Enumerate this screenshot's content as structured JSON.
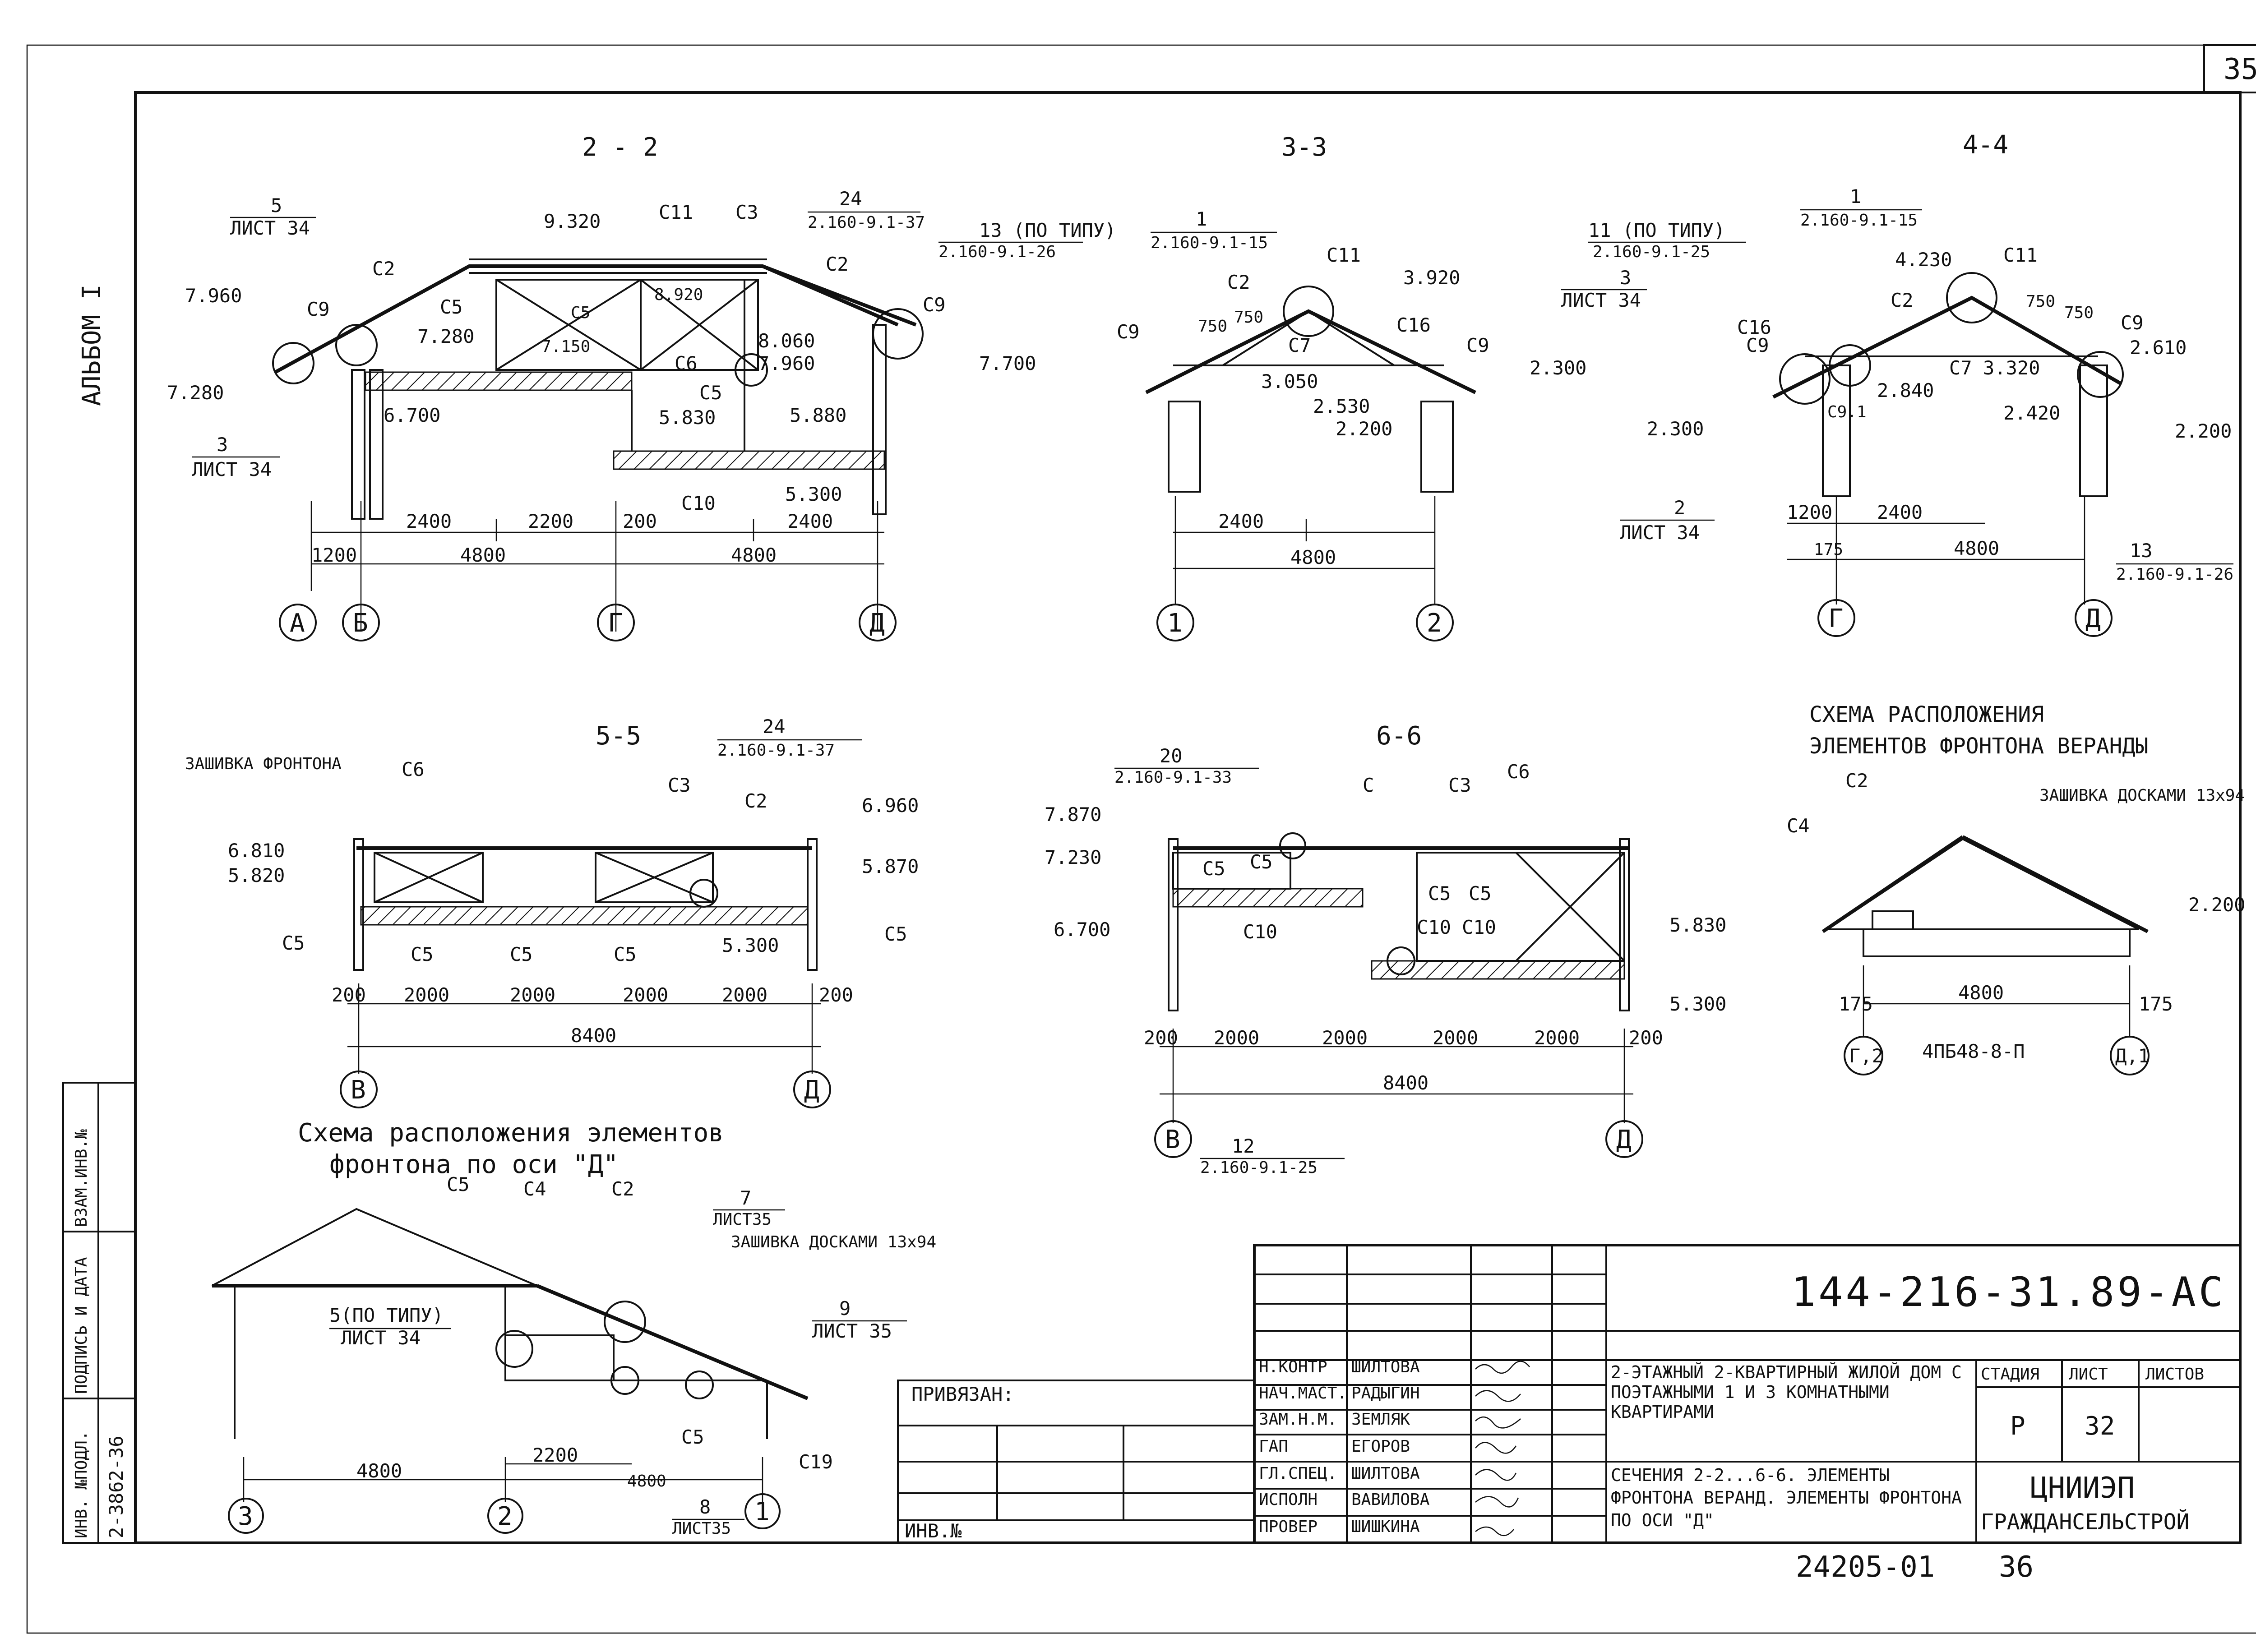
{
  "sheet": {
    "number": "35",
    "album": "АЛЬБОМ I",
    "doc_code": "144-216-31.89-АС",
    "bottom_code": "24205-01",
    "bottom_page": "36"
  },
  "side_stamp": {
    "inv_podl_label": "ИНВ. №ПОДЛ.",
    "inv_podl_value": "2-3862-36",
    "podpis_label": "ПОДПИСЬ И ДАТА",
    "vzam_label": "ВЗАМ.ИНВ.№"
  },
  "title_block": {
    "privyazan_label": "ПРИВЯЗАН:",
    "inv_no_label": "ИНВ.№",
    "roles": [
      "Н.КОНТР",
      "НАЧ.МАСТ.",
      "ЗАМ.Н.М.",
      "ГАП",
      "ГЛ.СПЕЦ.",
      "ИСПОЛН",
      "ПРОВЕР"
    ],
    "names": [
      "ШИЛТОВА",
      "РАДЫГИН",
      "ЗЕМЛЯК",
      "ЕГОРОВ",
      "ШИЛТОВА",
      "ВАВИЛОВА",
      "ШИШКИНА"
    ],
    "project_title": "2-ЭТАЖНЫЙ 2-КВАРТИРНЫЙ ЖИЛОЙ ДОМ С ПОЭТАЖНЫМИ 1 И 3 КОМНАТНЫМИ КВАРТИРАМИ",
    "sheet_title": "СЕЧЕНИЯ 2-2...6-6. ЭЛЕМЕНТЫ ФРОНТОНА ВЕРАНД. ЭЛЕМЕНТЫ ФРОНТОНА ПО ОСИ \"Д\"",
    "stage_label": "СТАДИЯ",
    "list_label": "ЛИСТ",
    "lists_label": "ЛИСТОВ",
    "stage_value": "Р",
    "list_value": "32",
    "org_line1": "ЦНИИЭП",
    "org_line2": "ГРАЖДАНСЕЛЬСТРОЙ"
  },
  "section_22": {
    "title": "2 - 2",
    "axes": [
      "А",
      "Б",
      "Г",
      "Д"
    ],
    "dims_bottom": [
      "1200",
      "4800",
      "4800"
    ],
    "dims_mid": [
      "2400",
      "2200",
      "200",
      "2400"
    ],
    "levels": [
      "9.320",
      "8.920",
      "7.960",
      "7.280",
      "7.280",
      "7.150",
      "8.060",
      "7.960",
      "7.700",
      "6.700",
      "5.830",
      "5.880",
      "5.300"
    ],
    "labels": [
      "С11",
      "С3",
      "С2",
      "С2",
      "С9",
      "С9",
      "С5",
      "С5",
      "С6",
      "С5",
      "С10"
    ],
    "refs": [
      {
        "num": "5",
        "sheet": "ЛИСТ 34"
      },
      {
        "num": "3",
        "sheet": "ЛИСТ 34"
      },
      {
        "num": "24",
        "sheet": "2.160-9.1-37"
      },
      {
        "num": "13 (ПО ТИПУ)",
        "sheet": "2.160-9.1-26"
      }
    ]
  },
  "section_33": {
    "title": "3-3",
    "axes": [
      "1",
      "2"
    ],
    "dims": [
      "2400",
      "4800"
    ],
    "angle_dims": [
      "750",
      "750"
    ],
    "levels": [
      "3.920",
      "3.050",
      "2.530",
      "2.300",
      "2.200"
    ],
    "labels": [
      "С11",
      "С2",
      "С7",
      "С16",
      "С9",
      "С9"
    ],
    "refs": [
      {
        "num": "1",
        "sheet": "2.160-9.1-15"
      }
    ]
  },
  "section_44": {
    "title": "4-4",
    "axes": [
      "Г",
      "Д"
    ],
    "dims": [
      "1200",
      "2400",
      "4800",
      "175"
    ],
    "angle_dims": [
      "750",
      "750"
    ],
    "levels": [
      "4.230",
      "3.320",
      "2.840",
      "2.610",
      "2.420",
      "2.300",
      "2.200"
    ],
    "labels": [
      "С11",
      "С2",
      "С7",
      "С16",
      "С9",
      "С9",
      "С9.1"
    ],
    "refs": [
      {
        "num": "1",
        "sheet": "2.160-9.1-15"
      },
      {
        "num": "11 (ПО ТИПУ)",
        "sheet": "2.160-9.1-25"
      },
      {
        "num": "3",
        "sheet": "ЛИСТ 34"
      },
      {
        "num": "2",
        "sheet": "ЛИСТ 34"
      },
      {
        "num": "13",
        "sheet": "2.160-9.1-26"
      }
    ]
  },
  "section_55": {
    "title": "5-5",
    "axes": [
      "В",
      "Д"
    ],
    "dims_bays": [
      "200",
      "2000",
      "2000",
      "2000",
      "2000",
      "200"
    ],
    "dims_total": "8400",
    "levels": [
      "6.810",
      "5.820",
      "6.960",
      "5.870",
      "5.300"
    ],
    "labels": [
      "ЗАШИВКА ФРОНТОНА",
      "С6",
      "С3",
      "С2",
      "С5",
      "С5",
      "С5",
      "С5",
      "С5"
    ],
    "refs": [
      {
        "num": "24",
        "sheet": "2.160-9.1-37"
      }
    ]
  },
  "section_66": {
    "title": "6-6",
    "axes": [
      "В",
      "Д"
    ],
    "dims_bays": [
      "200",
      "2000",
      "2000",
      "2000",
      "2000",
      "200"
    ],
    "dims_total": "8400",
    "levels": [
      "7.870",
      "7.230",
      "6.700",
      "5.830",
      "5.300"
    ],
    "labels": [
      "С",
      "С3",
      "С6",
      "С5",
      "С5",
      "С10",
      "С5",
      "С5",
      "С10",
      "С10"
    ],
    "refs": [
      {
        "num": "20",
        "sheet": "2.160-9.1-33"
      },
      {
        "num": "12",
        "sheet": "2.160-9.1-25"
      }
    ]
  },
  "veranda": {
    "title_line1": "СХЕМА РАСПОЛОЖЕНИЯ",
    "title_line2": "ЭЛЕМЕНТОВ ФРОНТОНА ВЕРАНДЫ",
    "axes": [
      "Г,2",
      "Д,1"
    ],
    "dims": [
      "175",
      "4800",
      "175"
    ],
    "levels": [
      "2.200"
    ],
    "labels": [
      "С2",
      "С4",
      "ЗАШИВКА ДОСКАМИ 13х94",
      "4ПБ48-8-П"
    ]
  },
  "gable_d": {
    "title_line1": "Схема расположения элементов",
    "title_line2": "фронтона по оси \"Д\"",
    "axes": [
      "3",
      "2",
      "1"
    ],
    "dims": [
      "4800",
      "2200",
      "4800"
    ],
    "labels": [
      "С5",
      "С4",
      "С2",
      "С5",
      "С19",
      "ЗАШИВКА ДОСКАМИ 13х94"
    ],
    "refs": [
      {
        "num": "5(ПО ТИПУ)",
        "sheet": "ЛИСТ 34"
      },
      {
        "num": "7",
        "sheet": "ЛИСТ35"
      },
      {
        "num": "9",
        "sheet": "ЛИСТ 35"
      },
      {
        "num": "8",
        "sheet": "ЛИСТ35"
      }
    ]
  }
}
